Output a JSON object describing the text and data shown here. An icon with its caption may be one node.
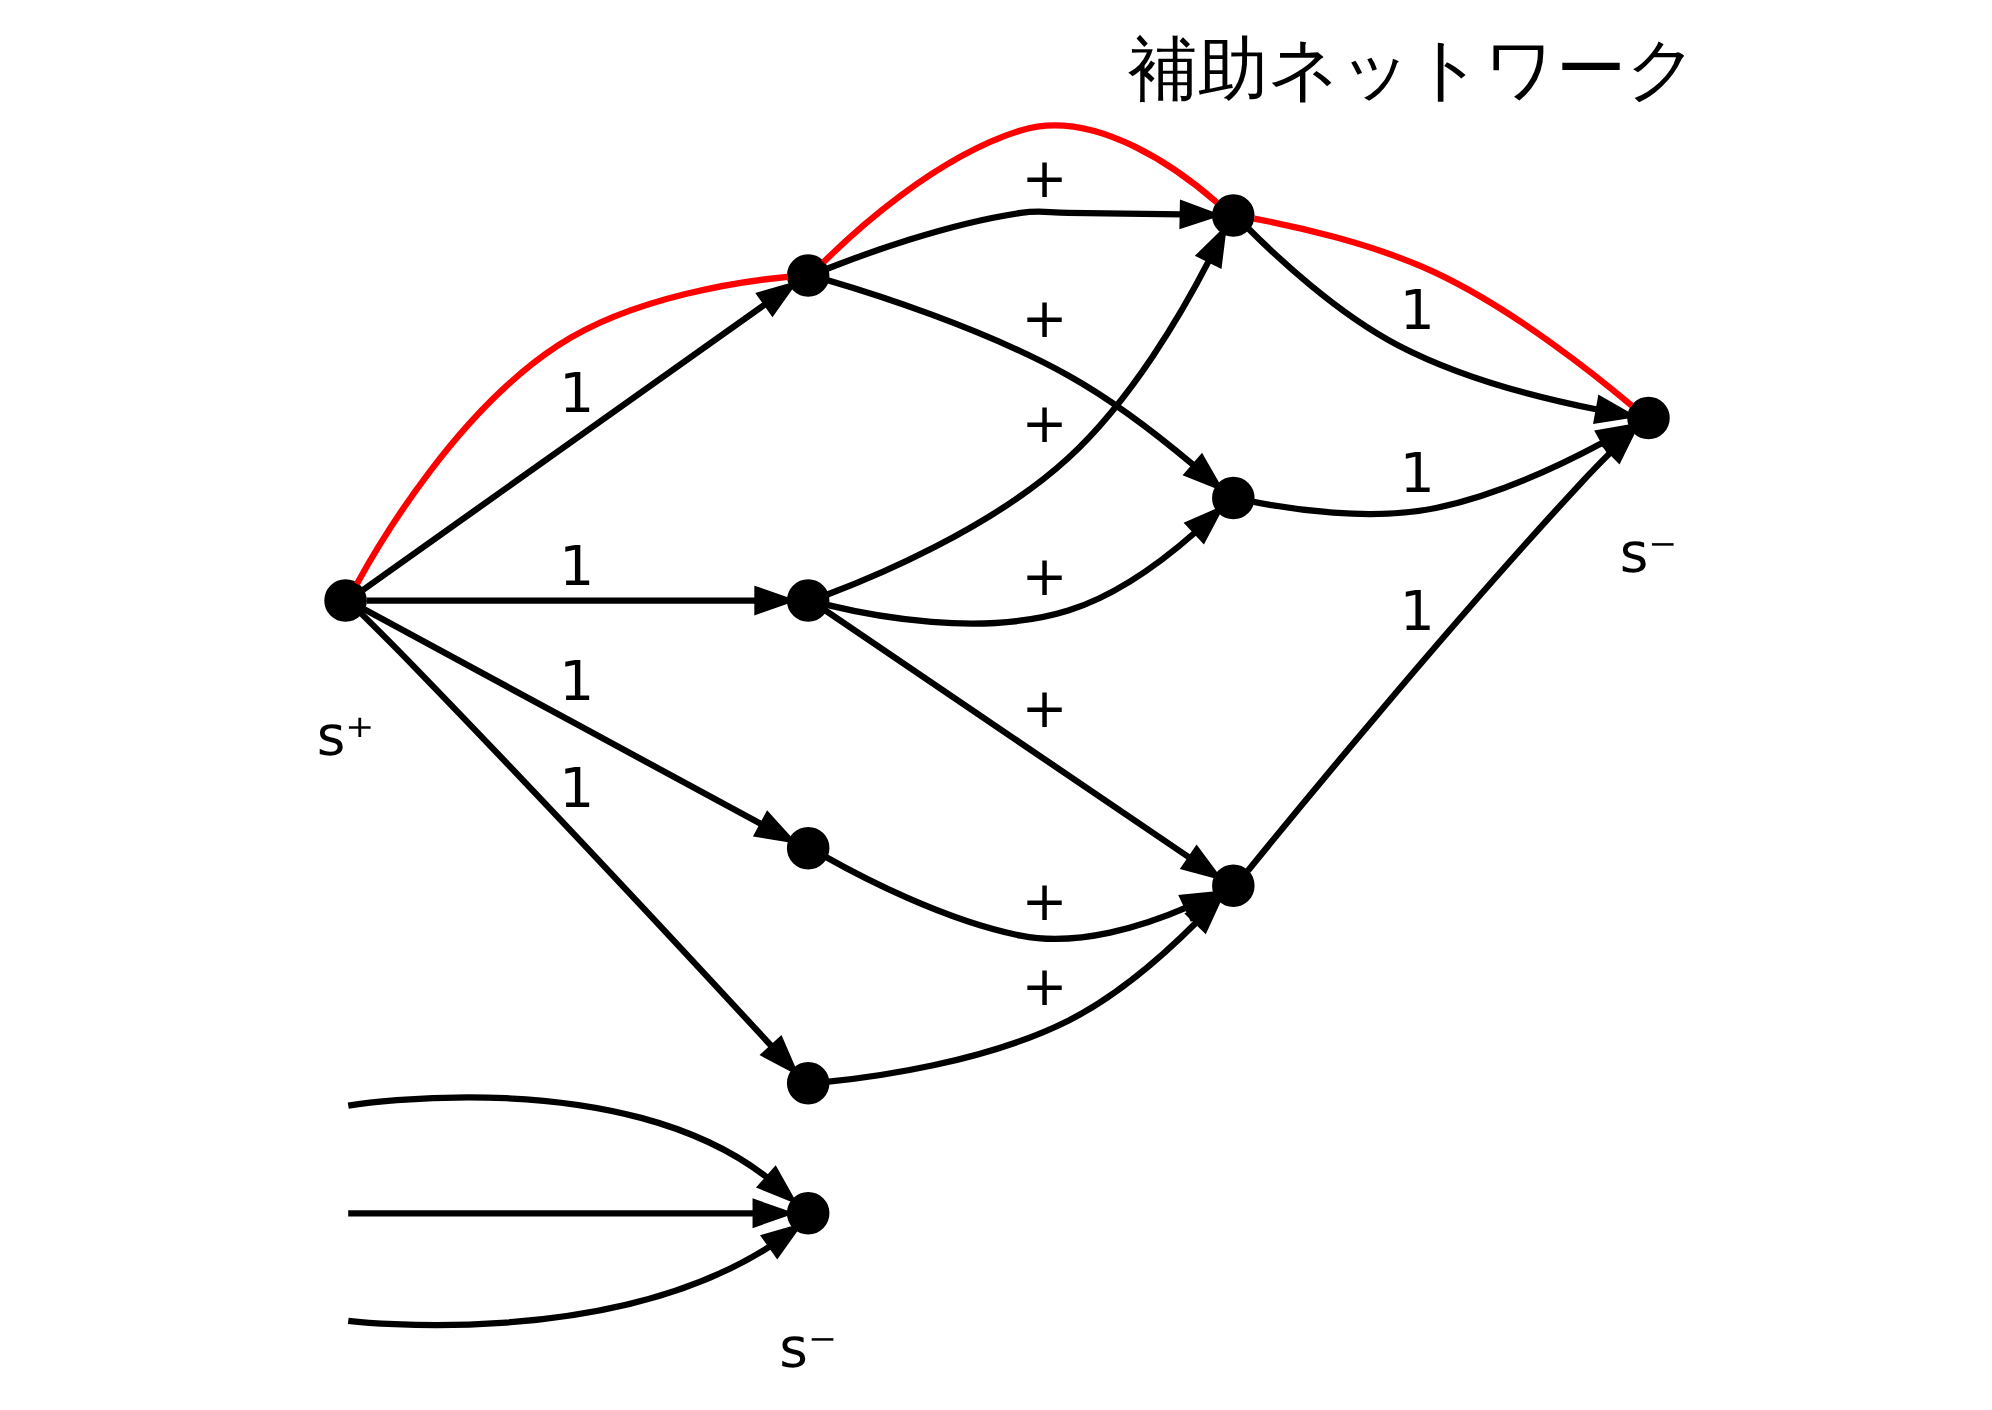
{
  "diagram": {
    "title": "補助ネットワーク",
    "nodes": [
      {
        "text": [],
        "shape": "circle",
        "beside": [
          "s⁻"
        ]
      },
      {
        "text": [],
        "shape": "circle",
        "beside": [
          "s⁺"
        ]
      },
      {
        "text": [],
        "shape": "circle"
      },
      {
        "text": [],
        "shape": "circle"
      },
      {
        "text": [],
        "shape": "circle"
      },
      {
        "text": [],
        "shape": "circle"
      },
      {
        "text": [],
        "shape": "circle"
      },
      {
        "text": [],
        "shape": "circle"
      },
      {
        "text": [],
        "shape": "circle"
      },
      {
        "text": [],
        "shape": "circle",
        "beside": [
          "s⁻"
        ]
      }
    ],
    "edges": [
      {
        "from": null,
        "to": 0,
        "arrow": "to"
      },
      {
        "from": null,
        "to": 0,
        "arrow": "to"
      },
      {
        "from": null,
        "to": 0,
        "arrow": "to"
      },
      {
        "from": 1,
        "to": 2,
        "arrow": "to",
        "label": "1"
      },
      {
        "from": 1,
        "to": 3,
        "arrow": "to",
        "label": "1"
      },
      {
        "from": 1,
        "to": 4,
        "arrow": "to",
        "label": "1"
      },
      {
        "from": 1,
        "to": 5,
        "arrow": "to",
        "label": "1"
      },
      {
        "from": 2,
        "to": 6,
        "arrow": "to",
        "label": "+"
      },
      {
        "from": 2,
        "to": 7,
        "arrow": "to",
        "label": "+"
      },
      {
        "from": 3,
        "to": 6,
        "arrow": "to",
        "label": "+"
      },
      {
        "from": 3,
        "to": 7,
        "arrow": "to",
        "label": "+"
      },
      {
        "from": 3,
        "to": 8,
        "arrow": "to",
        "label": "+"
      },
      {
        "from": 4,
        "to": 8,
        "arrow": "to",
        "label": "+"
      },
      {
        "from": 5,
        "to": 8,
        "arrow": "to",
        "label": "+"
      },
      {
        "from": 6,
        "to": 9,
        "arrow": "to",
        "label": "1"
      },
      {
        "from": 7,
        "to": 9,
        "arrow": "to",
        "label": "1"
      },
      {
        "from": 8,
        "to": 9,
        "arrow": "to",
        "label": "1"
      },
      {
        "from": 1,
        "to": 2,
        "arrow": "none",
        "color": "#ff0000"
      },
      {
        "from": 2,
        "to": 6,
        "arrow": "none",
        "color": "#ff0000"
      },
      {
        "from": 6,
        "to": 9,
        "arrow": "none",
        "color": "#ff0000"
      }
    ]
  }
}
